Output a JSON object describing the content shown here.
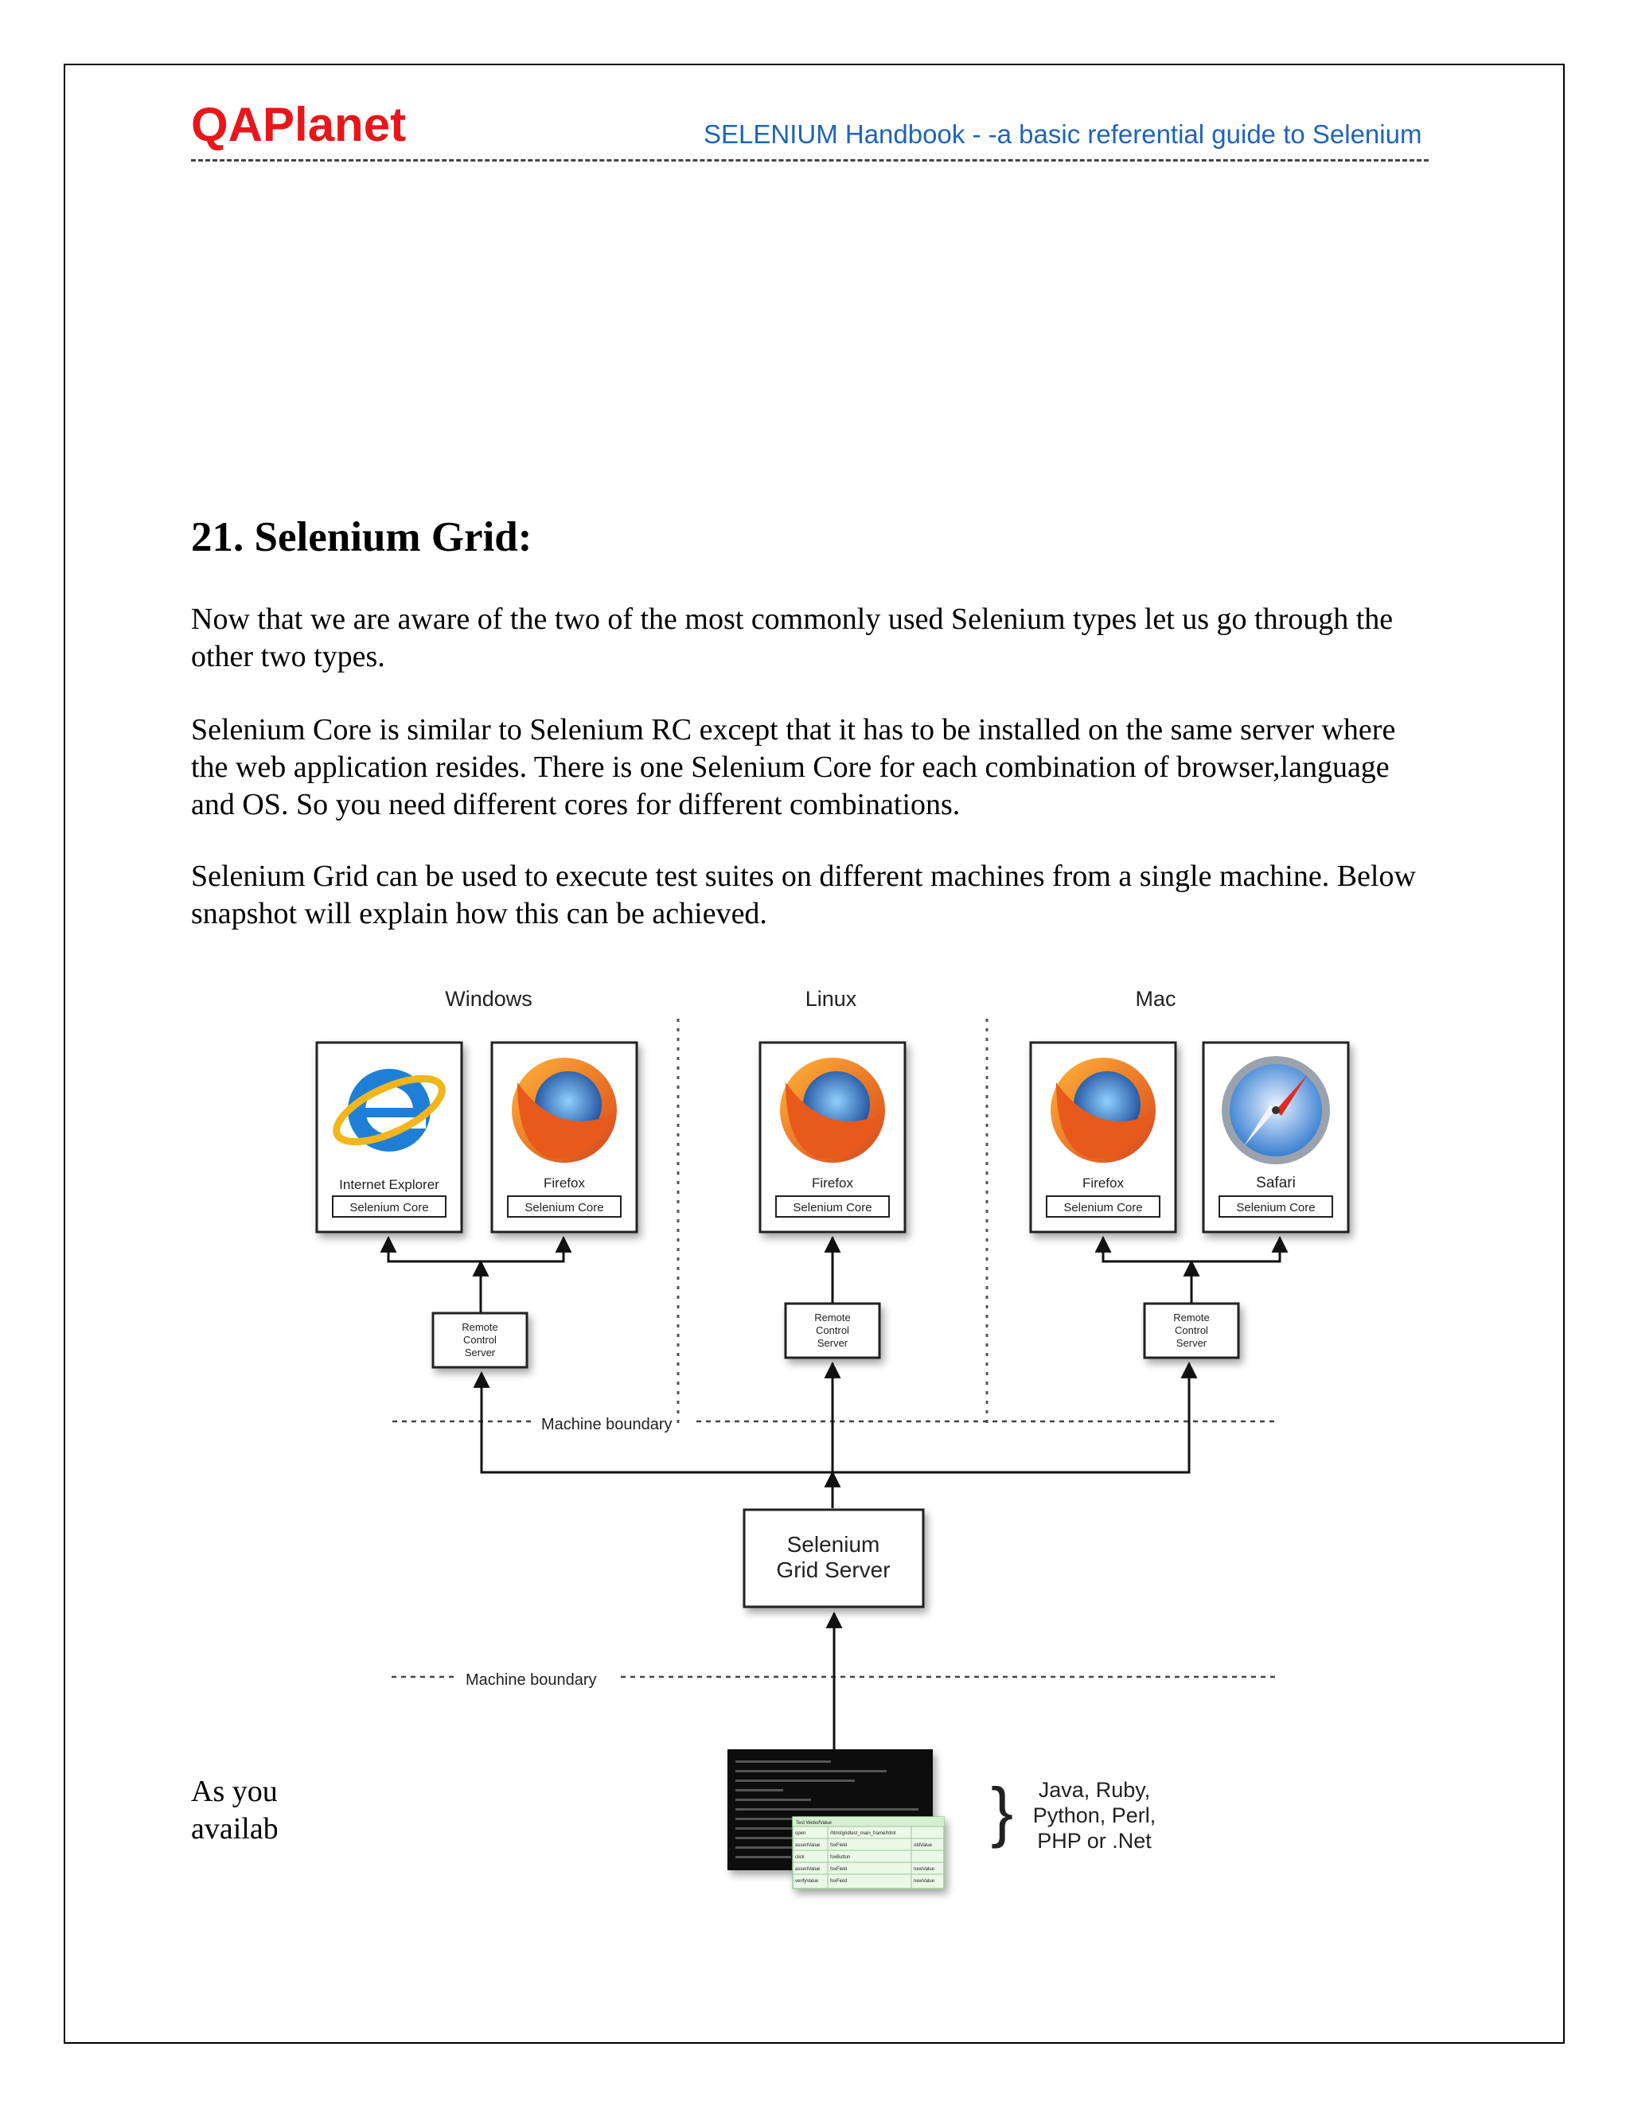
{
  "header": {
    "brand": "QAPlanet",
    "subtitle": "SELENIUM Handbook - -a basic referential guide to Selenium"
  },
  "section": {
    "heading": "21. Selenium Grid:",
    "paragraphs": [
      "Now that we are aware of the two of the most commonly used Selenium types let us go through the other two types.",
      "Selenium Core is similar to Selenium RC except that it has to be installed on the same server where the web application resides. There is one Selenium Core for each combination of browser,language and OS. So you need different cores for different combinations.",
      "Selenium Grid can be used to execute test suites on different machines from a single machine. Below snapshot will explain how this can be achieved."
    ],
    "truncated_lines": [
      "As you",
      "availab"
    ]
  },
  "diagram": {
    "os_labels": [
      "Windows",
      "Linux",
      "Mac"
    ],
    "browsers": [
      {
        "name": "Internet Explorer",
        "core": "Selenium Core",
        "icon": "internet-explorer-icon"
      },
      {
        "name": "Firefox",
        "core": "Selenium Core",
        "icon": "firefox-icon"
      },
      {
        "name": "Firefox",
        "core": "Selenium Core",
        "icon": "firefox-icon"
      },
      {
        "name": "Firefox",
        "core": "Selenium Core",
        "icon": "firefox-icon"
      },
      {
        "name": "Safari",
        "core": "Selenium Core",
        "icon": "safari-icon"
      }
    ],
    "rc_server_lines": [
      "Remote",
      "Control",
      "Server"
    ],
    "machine_boundary": "Machine boundary",
    "grid_server_lines": [
      "Selenium",
      "Grid Server"
    ],
    "languages_lines": [
      "Java, Ruby,",
      "Python, Perl,",
      "PHP or .Net"
    ],
    "mini_table": {
      "title": "Test WebofValue",
      "rows": [
        [
          "open",
          "/html/gridtest_main_frame/html",
          ""
        ],
        [
          "assertValue",
          "foxField",
          "oldValue"
        ],
        [
          "click",
          "foxButton",
          ""
        ],
        [
          "assertValue",
          "foxField",
          "newValue"
        ],
        [
          "verifyValue",
          "foxField",
          "newValue"
        ]
      ]
    }
  }
}
